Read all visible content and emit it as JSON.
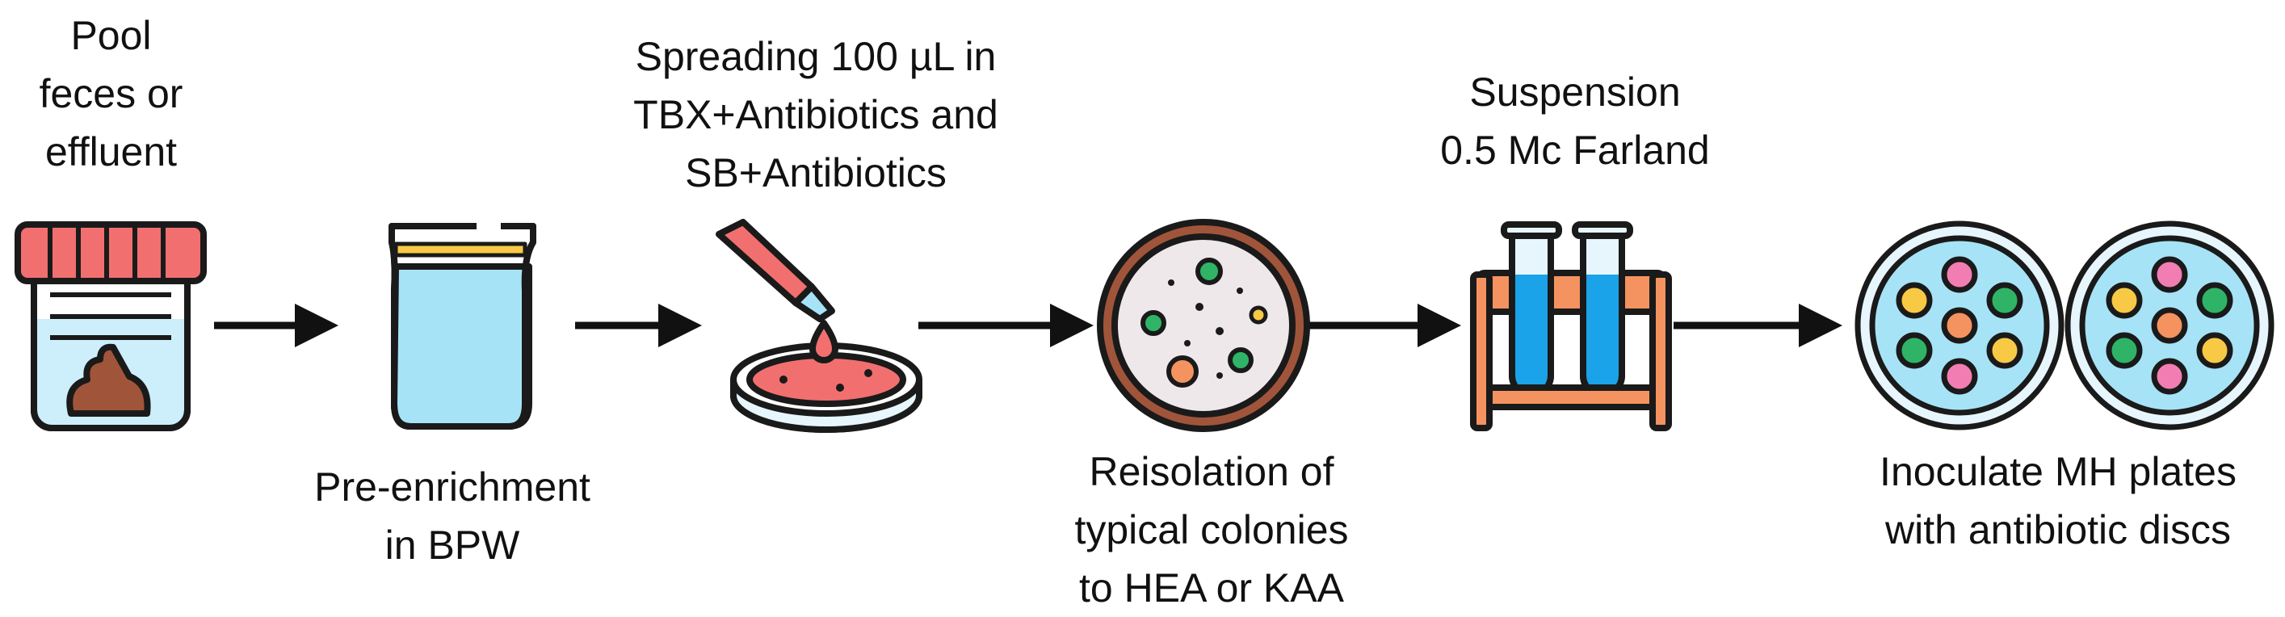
{
  "steps": [
    {
      "lines": [
        "Pool",
        "feces or",
        "effluent"
      ],
      "icon": "sample-container-icon"
    },
    {
      "lines": [
        "Pre-enrichment",
        "in BPW"
      ],
      "icon": "broth-bag-icon"
    },
    {
      "lines": [
        "Spreading 100 µL in",
        "TBX+Antibiotics and",
        "SB+Antibiotics"
      ],
      "icon": "pipette-petri-dish-icon"
    },
    {
      "lines": [
        "Reisolation of",
        "typical colonies",
        "to HEA or KAA"
      ],
      "icon": "colony-plate-icon"
    },
    {
      "lines": [
        "Suspension",
        "0.5 Mc Farland"
      ],
      "icon": "test-tube-rack-icon"
    },
    {
      "lines": [
        "Inoculate MH plates",
        "with antibiotic discs"
      ],
      "icon": "antibiotic-disc-plates-icon"
    }
  ],
  "colors": {
    "outline": "#1a1a1a",
    "red": "#f26f6f",
    "light_blue": "#a7e3f7",
    "blue": "#1aa3e8",
    "brown": "#a0553a",
    "plate_bg": "#efe8ea",
    "orange": "#f4935f",
    "green": "#2fb467",
    "yellow": "#f7c945",
    "pink": "#f27db2"
  }
}
